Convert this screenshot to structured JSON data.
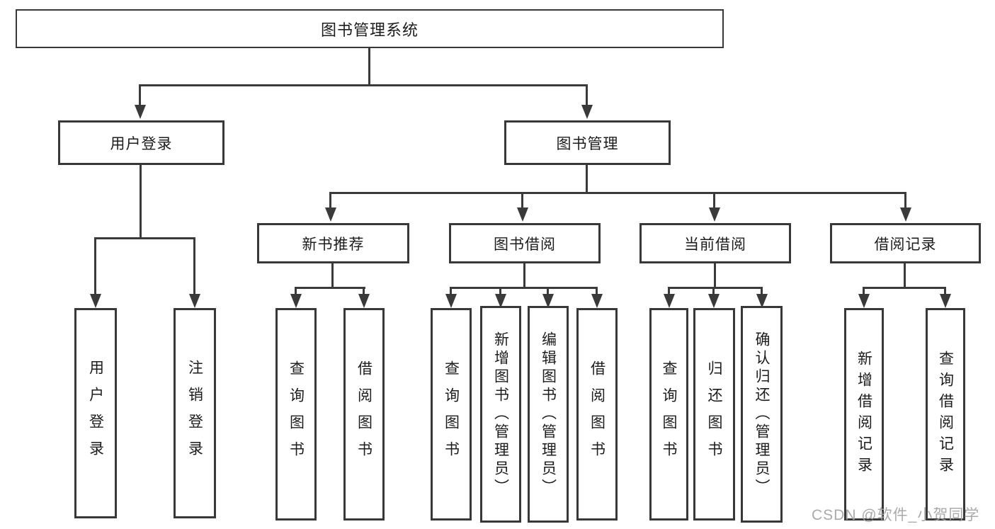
{
  "diagram": {
    "root_label": "图书管理系统",
    "branches": [
      {
        "label": "用户登录",
        "leaves": [
          "用户登录",
          "注销登录"
        ]
      },
      {
        "label": "图书管理",
        "groups": [
          {
            "label": "新书推荐",
            "leaves": [
              "查询图书",
              "借阅图书"
            ]
          },
          {
            "label": "图书借阅",
            "leaves": [
              "查询图书",
              "新增图书（管理员）",
              "编辑图书（管理员）",
              "借阅图书"
            ]
          },
          {
            "label": "当前借阅",
            "leaves": [
              "查询图书",
              "归还图书",
              "确认归还（管理员）"
            ]
          },
          {
            "label": "借阅记录",
            "leaves": [
              "新增借阅记录",
              "查询借阅记录"
            ]
          }
        ]
      }
    ],
    "watermark": "CSDN @软件_小贺同学",
    "colors": {
      "line": "#3a3a3a",
      "text": "#1c1c1c",
      "background": "#ffffff",
      "watermark": "#a3a3a3"
    }
  }
}
